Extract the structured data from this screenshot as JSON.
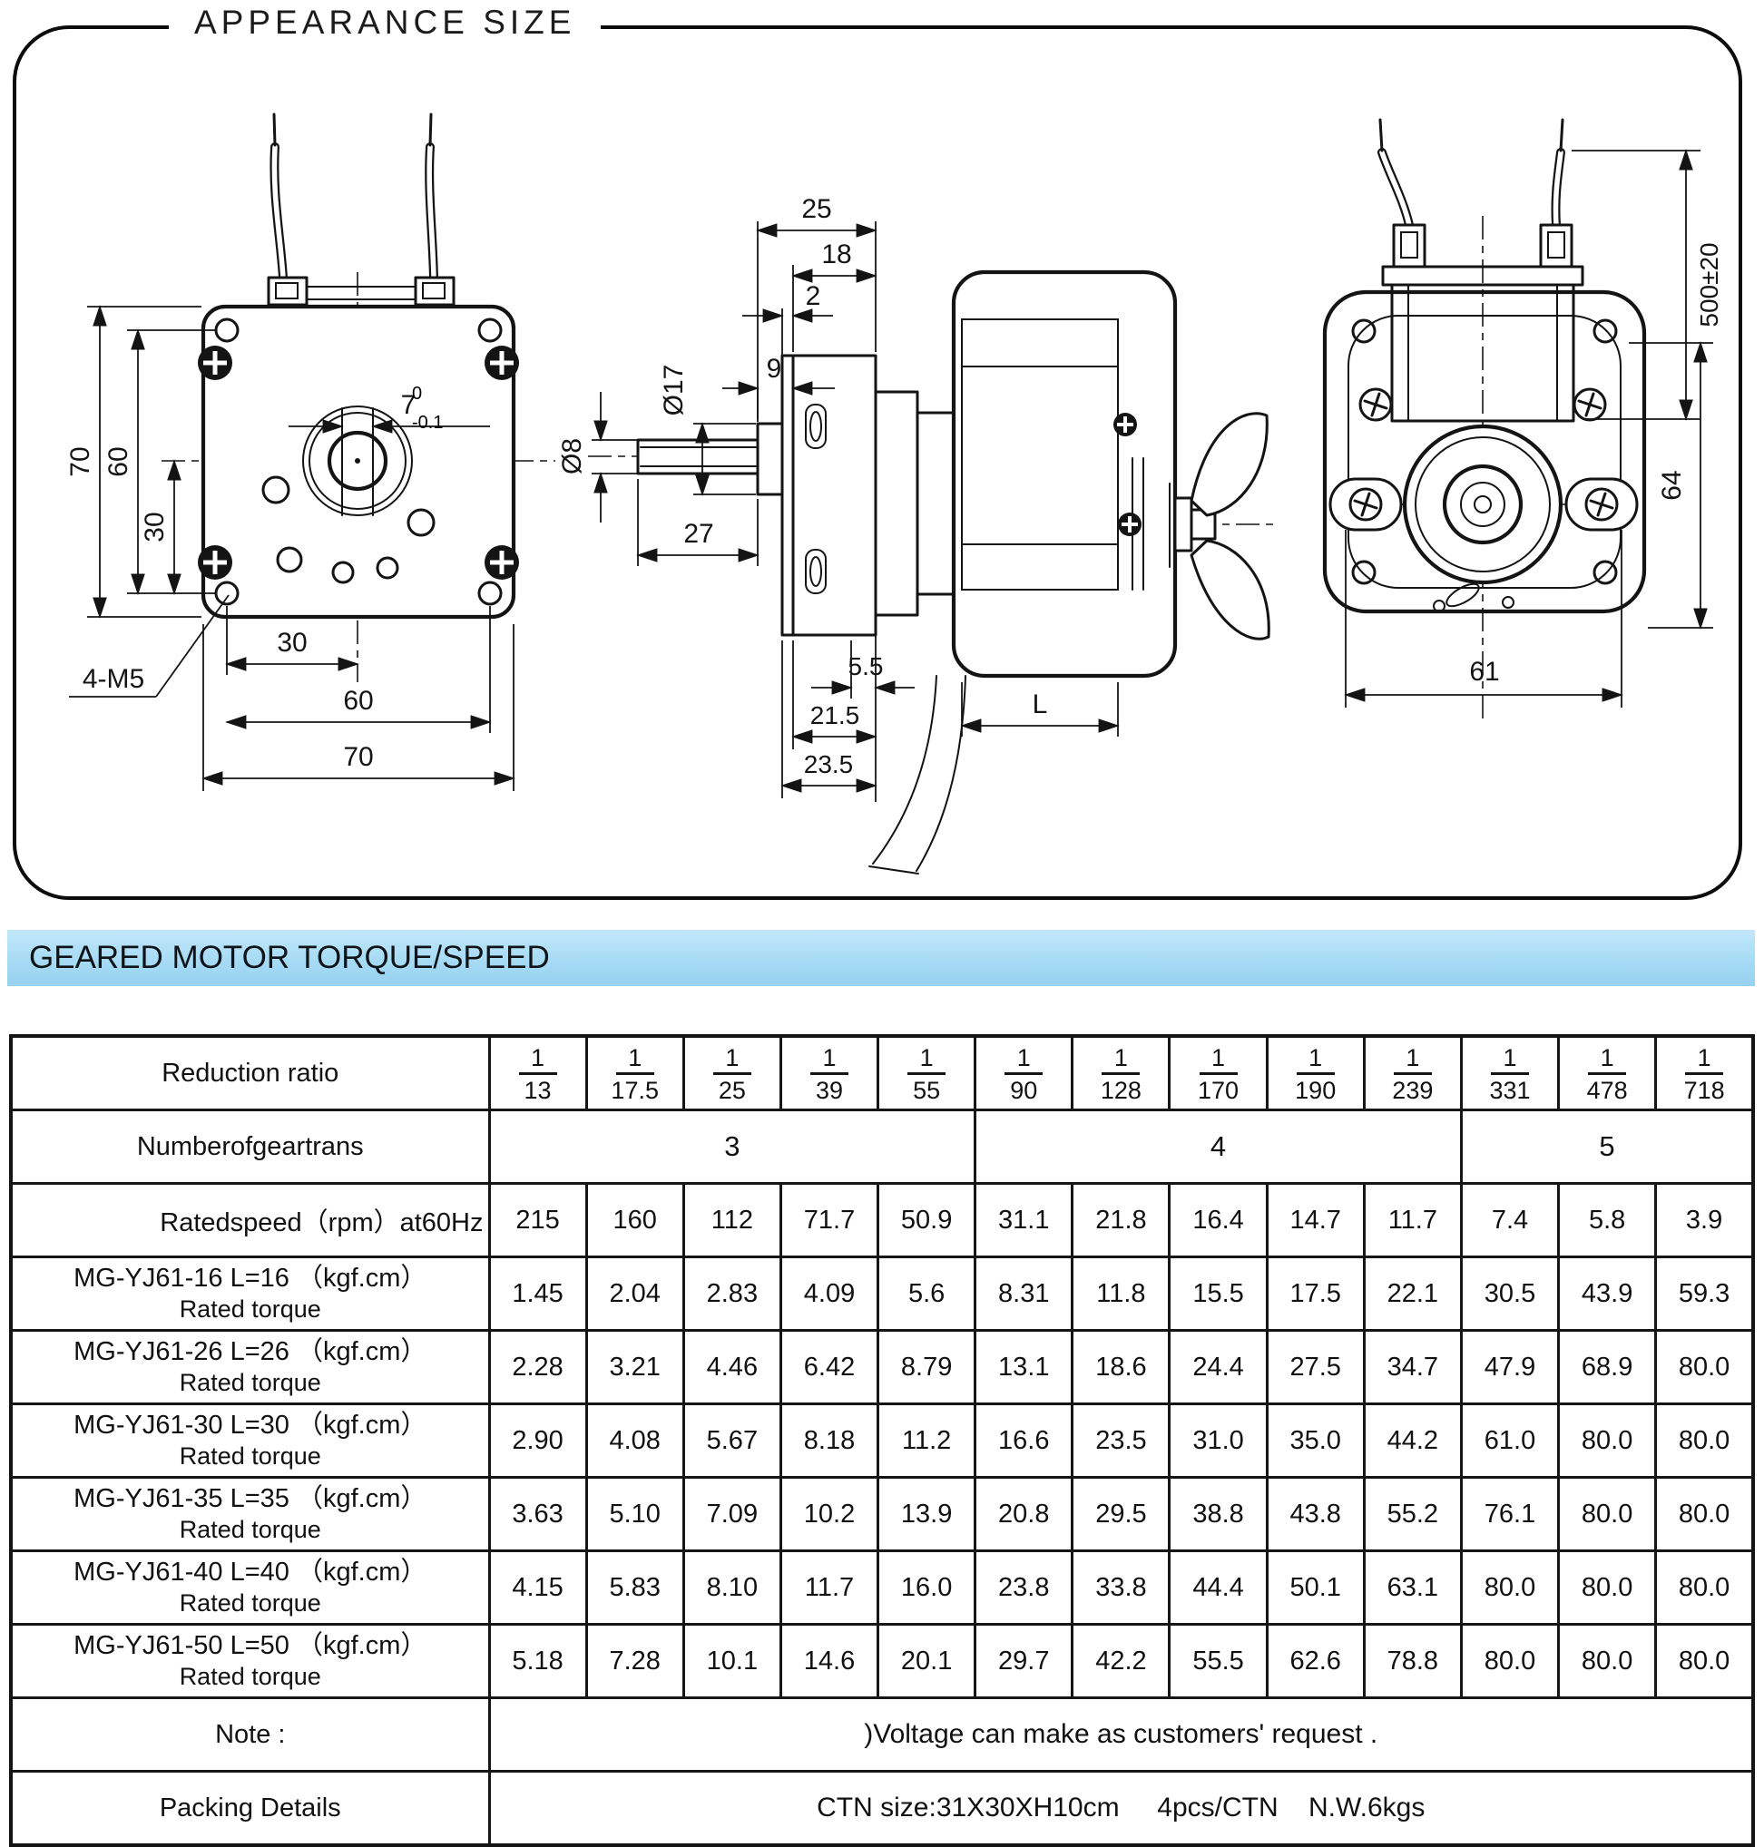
{
  "page": {
    "title": "APPEARANCE SIZE",
    "section_header": "GEARED MOTOR TORQUE/SPEED"
  },
  "drawings": {
    "front_view": {
      "dim_height_total": "70",
      "dim_height_holes": "60",
      "dim_height_half": "30",
      "flat_nominal": "7",
      "flat_tol_upper": "0",
      "flat_tol_lower": "-0.1",
      "dim_width_half": "30",
      "dim_width_holes": "60",
      "dim_width_total": "70",
      "thread_callout": "4-M5"
    },
    "side_view": {
      "dim_depth_total": "25",
      "dim_depth_gear": "18",
      "dim_flange": "2",
      "dia_boss": "Ø17",
      "dia_shaft": "Ø8",
      "dim_boss_length": "9",
      "dim_shaft_length": "27",
      "dim_step": "5.5",
      "dim_hub_inner": "21.5",
      "dim_hub_outer": "23.5",
      "dim_motor_length": "L"
    },
    "rear_view": {
      "dim_lead_wire": "500±20",
      "dim_body_height": "64",
      "dim_body_width": "61"
    }
  },
  "table": {
    "reduction": {
      "label": "Reduction ratio",
      "numerator": "1",
      "denominators": [
        "13",
        "17.5",
        "25",
        "39",
        "55",
        "90",
        "128",
        "170",
        "190",
        "239",
        "331",
        "478",
        "718"
      ]
    },
    "gear_trans": {
      "label": "Numberofgeartrans",
      "groups": [
        {
          "label": "3",
          "span": 5
        },
        {
          "label": "4",
          "span": 5
        },
        {
          "label": "5",
          "span": 3
        }
      ]
    },
    "speed": {
      "label": "Ratedspeed（rpm）at60Hz",
      "values": [
        "215",
        "160",
        "112",
        "71.7",
        "50.9",
        "31.1",
        "21.8",
        "16.4",
        "14.7",
        "11.7",
        "7.4",
        "5.8",
        "3.9"
      ]
    },
    "torque_rows": [
      {
        "model": "MG-YJ61-16 L=16 （kgf.cm）",
        "sub": "Rated torque",
        "values": [
          "1.45",
          "2.04",
          "2.83",
          "4.09",
          "5.6",
          "8.31",
          "11.8",
          "15.5",
          "17.5",
          "22.1",
          "30.5",
          "43.9",
          "59.3"
        ]
      },
      {
        "model": "MG-YJ61-26 L=26 （kgf.cm）",
        "sub": "Rated torque",
        "values": [
          "2.28",
          "3.21",
          "4.46",
          "6.42",
          "8.79",
          "13.1",
          "18.6",
          "24.4",
          "27.5",
          "34.7",
          "47.9",
          "68.9",
          "80.0"
        ]
      },
      {
        "model": "MG-YJ61-30 L=30 （kgf.cm）",
        "sub": "Rated torque",
        "values": [
          "2.90",
          "4.08",
          "5.67",
          "8.18",
          "11.2",
          "16.6",
          "23.5",
          "31.0",
          "35.0",
          "44.2",
          "61.0",
          "80.0",
          "80.0"
        ]
      },
      {
        "model": "MG-YJ61-35 L=35 （kgf.cm）",
        "sub": "Rated torque",
        "values": [
          "3.63",
          "5.10",
          "7.09",
          "10.2",
          "13.9",
          "20.8",
          "29.5",
          "38.8",
          "43.8",
          "55.2",
          "76.1",
          "80.0",
          "80.0"
        ]
      },
      {
        "model": "MG-YJ61-40 L=40 （kgf.cm）",
        "sub": "Rated torque",
        "values": [
          "4.15",
          "5.83",
          "8.10",
          "11.7",
          "16.0",
          "23.8",
          "33.8",
          "44.4",
          "50.1",
          "63.1",
          "80.0",
          "80.0",
          "80.0"
        ]
      },
      {
        "model": "MG-YJ61-50 L=50 （kgf.cm）",
        "sub": "Rated torque",
        "values": [
          "5.18",
          "7.28",
          "10.1",
          "14.6",
          "20.1",
          "29.7",
          "42.2",
          "55.5",
          "62.6",
          "78.8",
          "80.0",
          "80.0",
          "80.0"
        ]
      }
    ],
    "note": {
      "label": "Note :",
      "text": ")Voltage can make as customers' request ."
    },
    "packing": {
      "label": "Packing Details",
      "text": "CTN size:31X30XH10cm     4pcs/CTN    N.W.6kgs"
    }
  }
}
